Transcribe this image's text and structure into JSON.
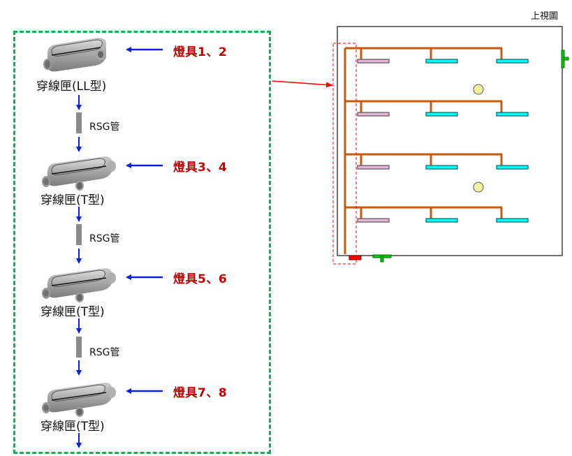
{
  "title": "上視圖",
  "colors": {
    "group_border": "#13b04f",
    "arrow_blue": "#0a1fe0",
    "fixture_label": "#c00000",
    "conduit": "#c55a11",
    "fixture_pink": "#e6b3d9",
    "fixture_cyan": "#00ffff",
    "sensor_yellow": "#f2f2a0",
    "pointer_red": "#ff0000",
    "junction_red": "#ff0000",
    "junction_green": "#00cc00"
  },
  "chain": [
    {
      "box_label": "穿線匣(LL型)",
      "box_type": "LL",
      "fixture_label": "燈具1、2"
    },
    {
      "box_label": "穿線匣(T型)",
      "box_type": "T",
      "fixture_label": "燈具3、4"
    },
    {
      "box_label": "穿線匣(T型)",
      "box_type": "T",
      "fixture_label": "燈具5、6"
    },
    {
      "box_label": "穿線匣(T型)",
      "box_type": "T",
      "fixture_label": "燈具7、8"
    }
  ],
  "pipes": [
    {
      "label": "RSG管"
    },
    {
      "label": "RSG管"
    },
    {
      "label": "RSG管"
    }
  ],
  "top_view": {
    "rows": 4,
    "fixtures_per_row": [
      "pink",
      "cyan",
      "cyan"
    ],
    "sensors": 2
  }
}
